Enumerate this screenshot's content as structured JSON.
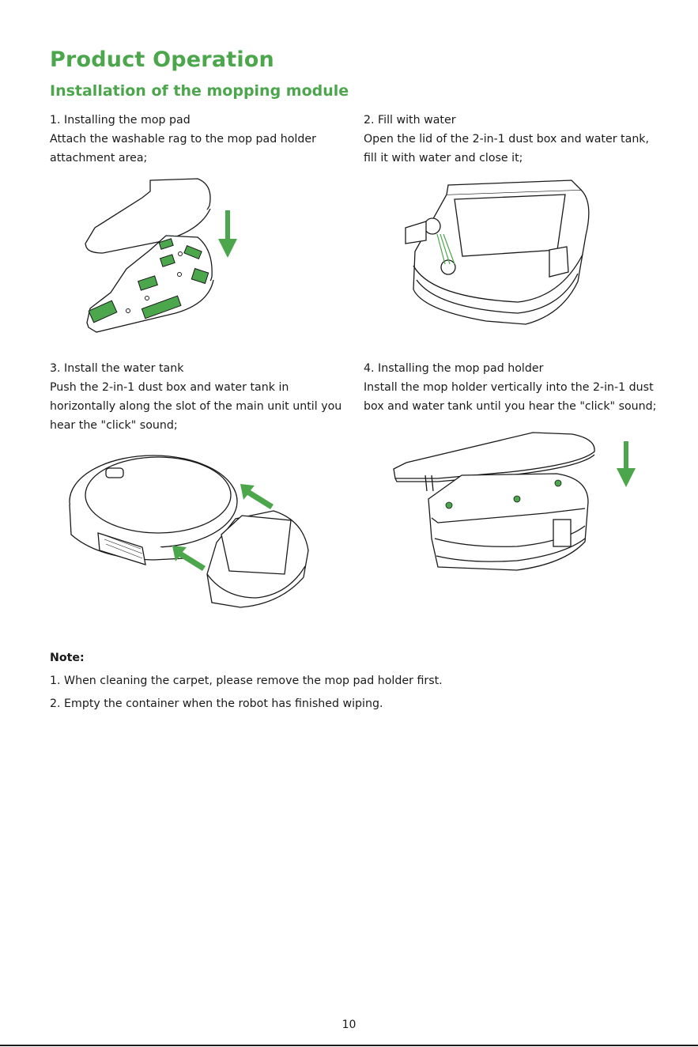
{
  "header": {
    "title": "Product Operation",
    "subtitle": "Installation of the mopping module"
  },
  "steps": [
    {
      "title": "1. Installing the mop pad",
      "text": "Attach the washable rag to the mop pad holder attachment area;"
    },
    {
      "title": "2. Fill with water",
      "text": "Open the lid of the 2-in-1 dust box and water tank, fill it with water and close it;"
    },
    {
      "title": "3. Install the water tank",
      "text": "Push the 2-in-1 dust box and water tank in horizontally along the slot of the main unit until you hear the \"click\" sound;"
    },
    {
      "title": "4. Installing the mop pad holder",
      "text": "Install the mop holder vertically into the 2-in-1 dust box and water tank until you hear the \"click\" sound;"
    }
  ],
  "note": {
    "heading": "Note:",
    "items": [
      "1. When cleaning the carpet, please remove the mop pad holder first.",
      "2. Empty the container when the robot has finished wiping."
    ]
  },
  "footer": {
    "page_number": "10"
  },
  "colors": {
    "accent": "#4ca64c",
    "line_art": "#1a1a1a"
  },
  "icons": [
    "down-arrow-icon",
    "diagonal-arrow-icon"
  ]
}
